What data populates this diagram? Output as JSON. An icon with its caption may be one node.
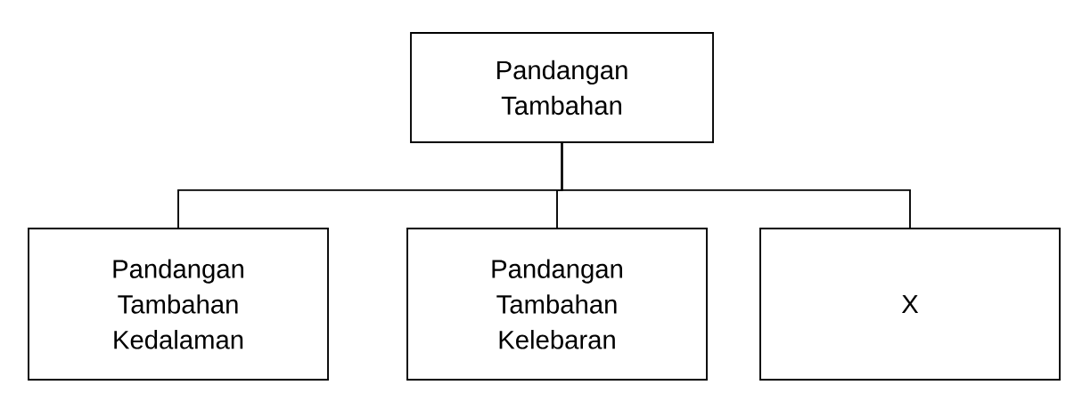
{
  "diagram": {
    "nodes": [
      {
        "text": [
          "Pandangan Tambahan"
        ]
      },
      {
        "text": [
          "Pandangan Tambahan Kedalaman"
        ]
      },
      {
        "text": [
          "Pandangan Tambahan Kelebaran"
        ]
      },
      {
        "text": [
          "X"
        ]
      }
    ],
    "edges": [
      {
        "from": 0,
        "to": 1,
        "arrow": "none"
      },
      {
        "from": 0,
        "to": 2,
        "arrow": "none"
      },
      {
        "from": 0,
        "to": 3,
        "arrow": "none"
      }
    ]
  }
}
